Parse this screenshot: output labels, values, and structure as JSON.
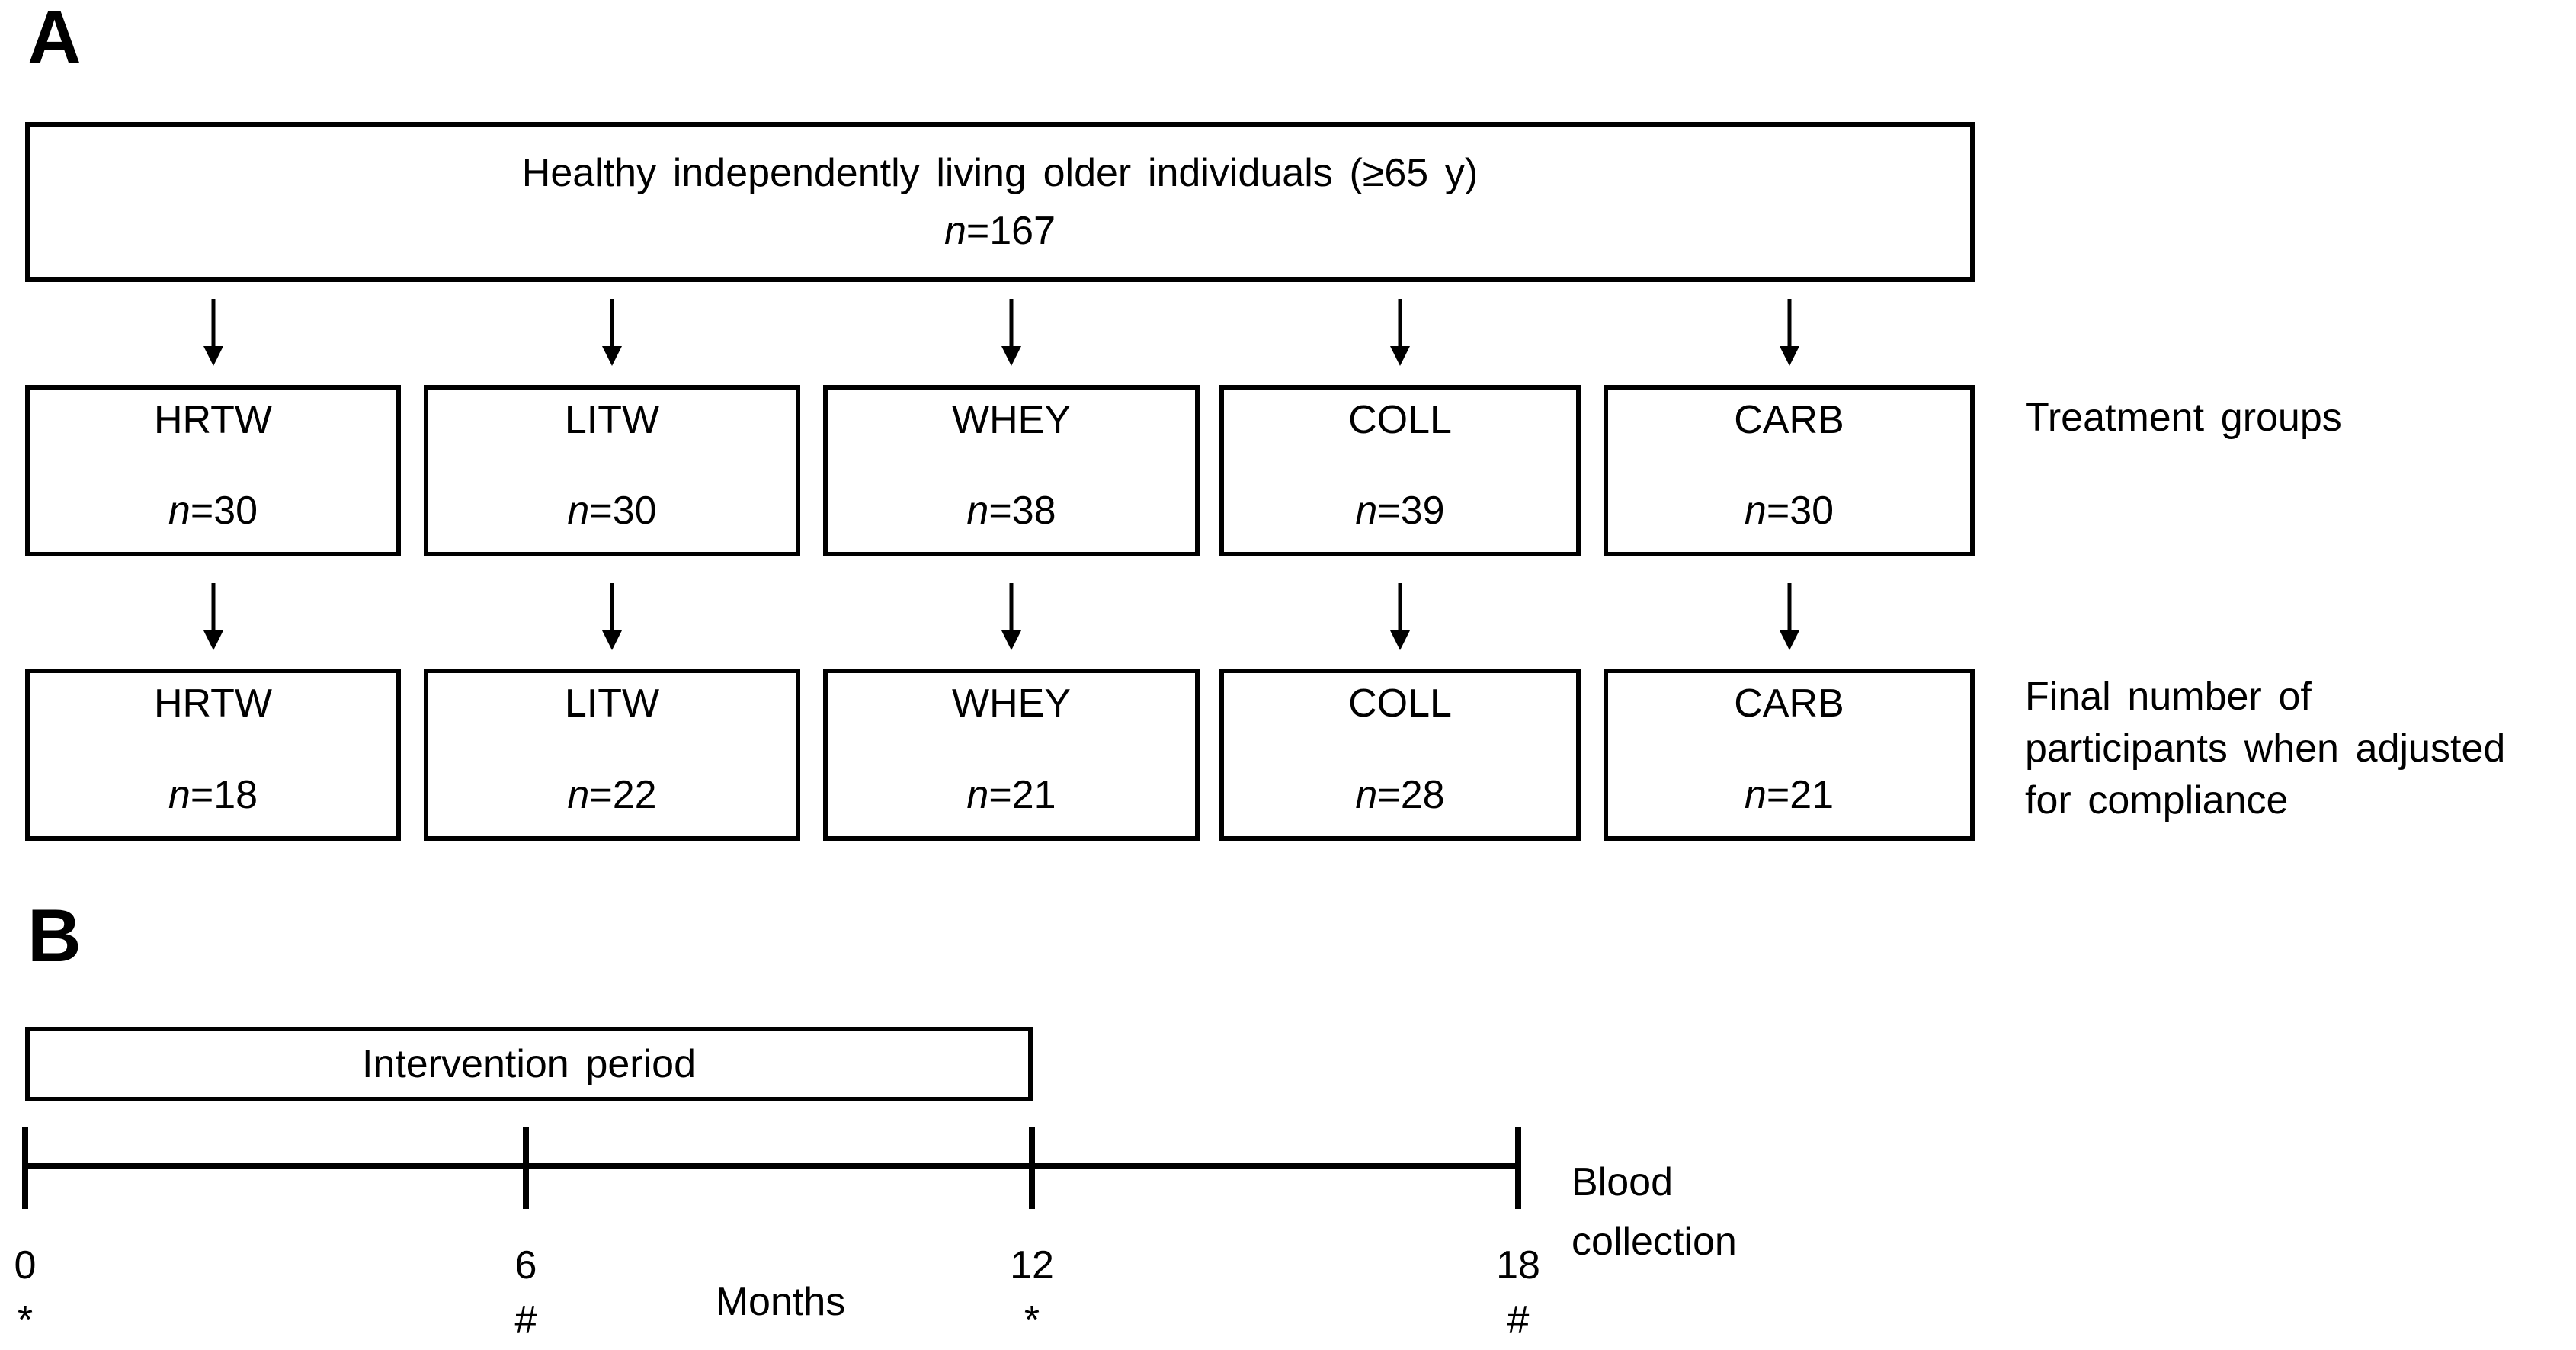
{
  "figure": {
    "panel_a": {
      "label": "A",
      "top_box": {
        "line1": "Healthy independently living older individuals (≥65 y)",
        "n_italic": "n",
        "n_rest": "=167"
      },
      "row1_label": "Treatment groups",
      "row1_boxes": [
        {
          "name": "HRTW",
          "n_italic": "n",
          "n_rest": "=30"
        },
        {
          "name": "LITW",
          "n_italic": "n",
          "n_rest": "=30"
        },
        {
          "name": "WHEY",
          "n_italic": "n",
          "n_rest": "=38"
        },
        {
          "name": "COLL",
          "n_italic": "n",
          "n_rest": "=39"
        },
        {
          "name": "CARB",
          "n_italic": "n",
          "n_rest": "=30"
        }
      ],
      "row2_label_lines": [
        "Final number of",
        "participants when adjusted",
        "for compliance"
      ],
      "row2_boxes": [
        {
          "name": "HRTW",
          "n_italic": "n",
          "n_rest": "=18"
        },
        {
          "name": "LITW",
          "n_italic": "n",
          "n_rest": "=22"
        },
        {
          "name": "WHEY",
          "n_italic": "n",
          "n_rest": "=21"
        },
        {
          "name": "COLL",
          "n_italic": "n",
          "n_rest": "=28"
        },
        {
          "name": "CARB",
          "n_italic": "n",
          "n_rest": "=21"
        }
      ]
    },
    "panel_b": {
      "label": "B",
      "intervention_label": "Intervention period",
      "axis_label": "Months",
      "blood_label_lines": [
        "Blood",
        "collection"
      ],
      "ticks": [
        {
          "value": "0",
          "symbol": "*"
        },
        {
          "value": "6",
          "symbol": "#"
        },
        {
          "value": "12",
          "symbol": "*"
        },
        {
          "value": "18",
          "symbol": "#"
        }
      ]
    },
    "colors": {
      "ink": "#000000",
      "background": "#ffffff"
    }
  }
}
